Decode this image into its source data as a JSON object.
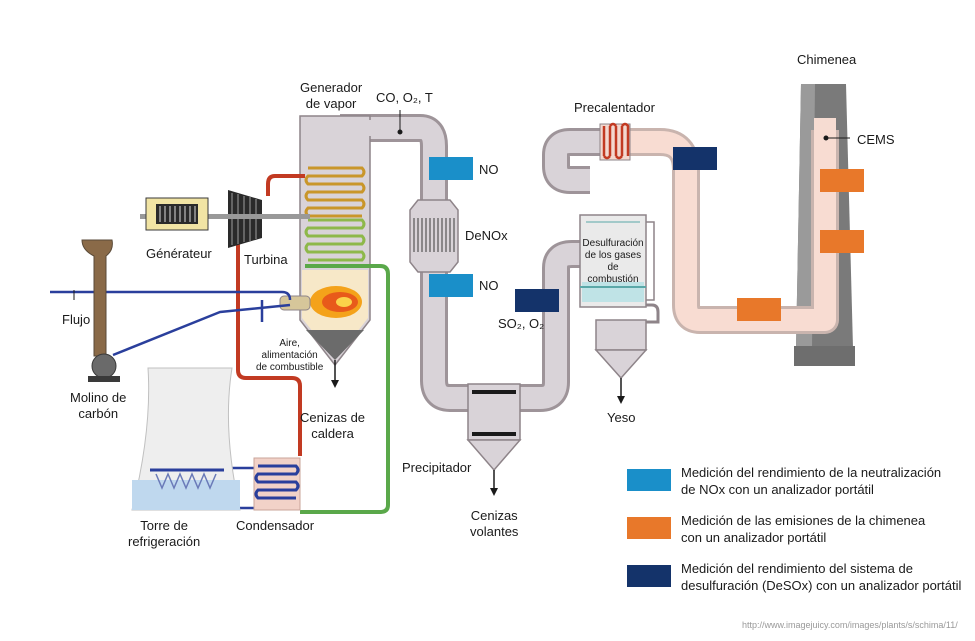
{
  "labels": {
    "chimenea": "Chimenea",
    "cems": "CEMS",
    "precalentador": "Precalentador",
    "generador": "Generador\nde vapor",
    "co_o2_t": "CO, O₂, T",
    "no_top": "NO",
    "denox": "DeNOx",
    "no_bottom": "NO",
    "so2_o2": "SO₂, O₂",
    "desulfuracion": "Desulfuración\nde los gases\nde combustión",
    "generateur": "Générateur",
    "turbina": "Turbina",
    "flujo": "Flujo",
    "molino": "Molino de\ncarbón",
    "aire": "Aire,\nalimentación\nde combustible",
    "cenizas_caldera": "Cenizas de\ncaldera",
    "precipitador": "Precipitador",
    "cenizas_volantes": "Cenizas\nvolantes",
    "yeso": "Yeso",
    "torre": "Torre de\nrefrigeración",
    "condensador": "Condensador"
  },
  "legend": [
    {
      "color": "#1a8fc9",
      "text": "Medición del rendimiento de la neutralización\nde NOx con un analizador portátil"
    },
    {
      "color": "#e8782a",
      "text": "Medición de las emisiones de la chimenea\ncon un analizador portátil"
    },
    {
      "color": "#14336a",
      "text": "Medición del rendimiento del sistema de\ndesulfuración (DeSOx) con un analizador portátil"
    }
  ],
  "url": "http://www.imagejuicy.com/images/plants/s/schima/11/",
  "colors": {
    "nox": "#1a8fc9",
    "stack": "#e8782a",
    "desox": "#14336a",
    "duct_gray": "#d9d3d8",
    "duct_pink": "#f8dcd2",
    "steam_red": "#c23a22",
    "water_blue": "#2a3f9c",
    "return_green": "#5aa84a"
  }
}
